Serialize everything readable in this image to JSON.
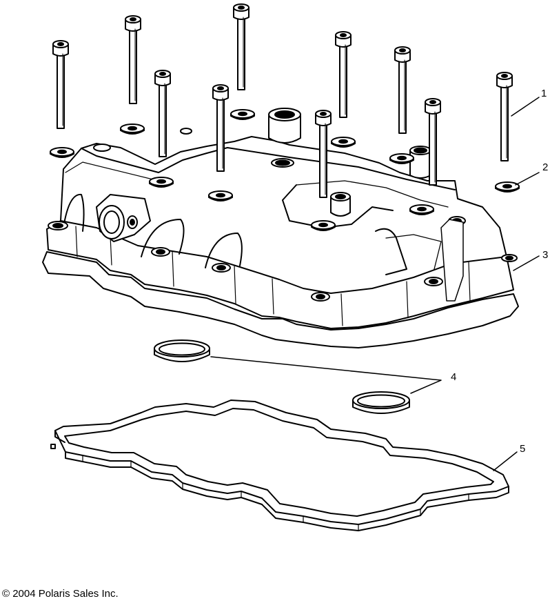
{
  "diagram": {
    "callouts": [
      {
        "id": "1",
        "label": "1",
        "part": "bolt"
      },
      {
        "id": "2",
        "label": "2",
        "part": "washer"
      },
      {
        "id": "3",
        "label": "3",
        "part": "cylinder-head-cover"
      },
      {
        "id": "4",
        "label": "4",
        "part": "o-ring"
      },
      {
        "id": "5",
        "label": "5",
        "part": "cover-gasket"
      }
    ],
    "copyright": "© 2004 Polaris Sales Inc."
  }
}
